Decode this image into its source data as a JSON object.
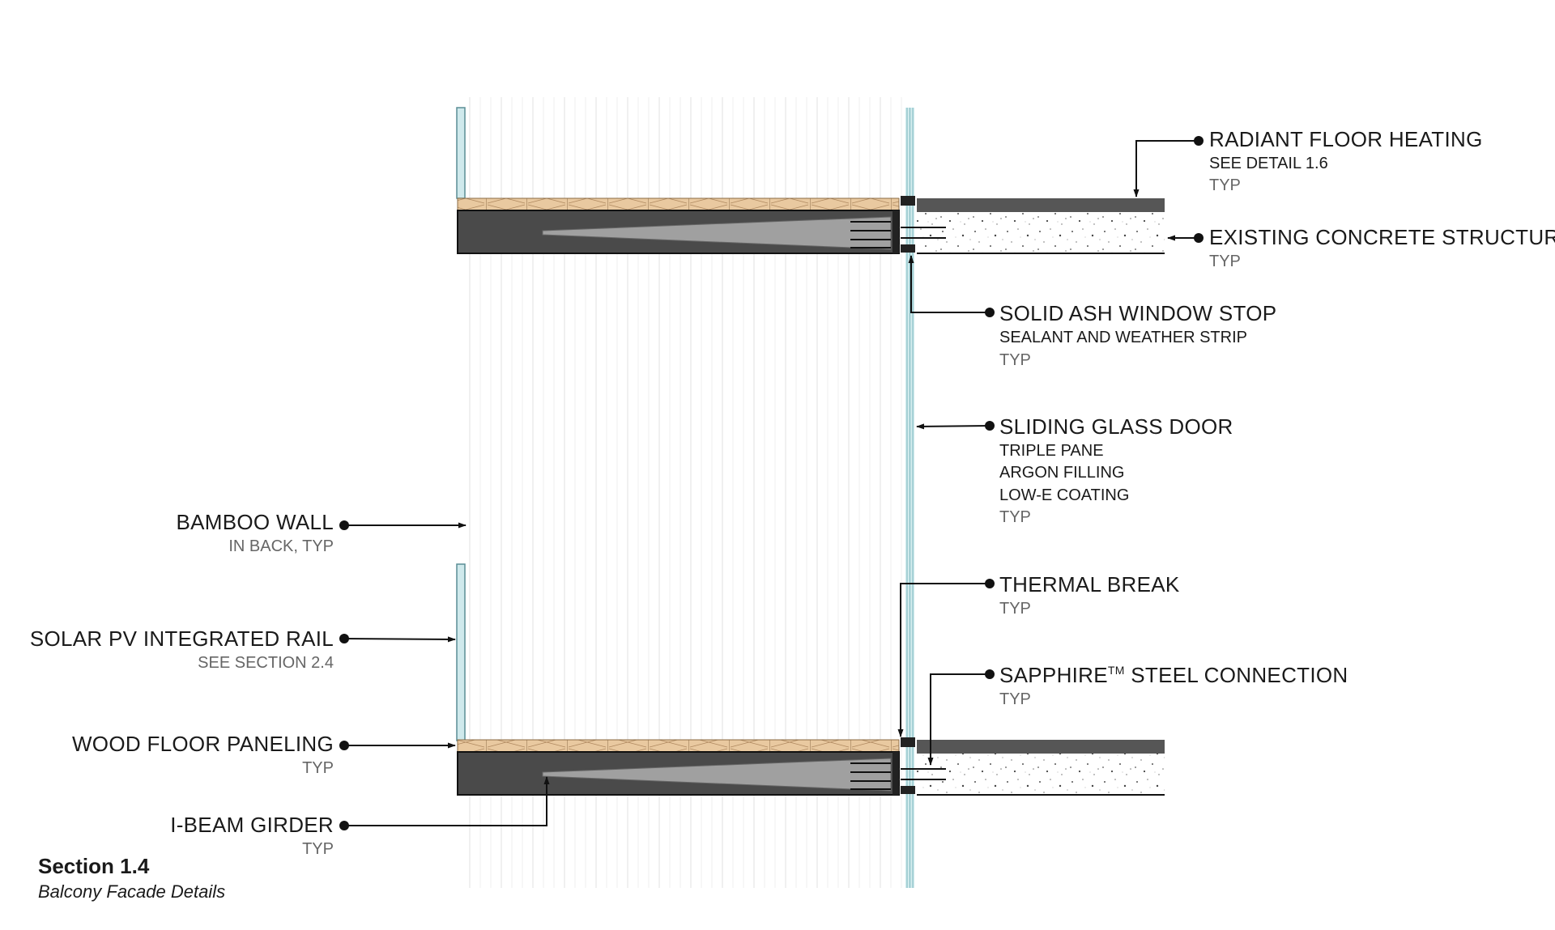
{
  "section": {
    "title": "Section 1.4",
    "subtitle": "Balcony Facade Details"
  },
  "labels": {
    "radiant_floor": {
      "main": "RADIANT FLOOR HEATING",
      "sub1": "SEE DETAIL 1.6",
      "typ": "TYP"
    },
    "existing_concrete": {
      "main": "EXISTING CONCRETE STRUCTURE",
      "typ": "TYP"
    },
    "window_stop": {
      "main": "SOLID ASH WINDOW STOP",
      "sub1": "SEALANT AND WEATHER STRIP",
      "typ": "TYP"
    },
    "sliding_door": {
      "main": "SLIDING GLASS DOOR",
      "sub1": "TRIPLE PANE",
      "sub2": "ARGON FILLING",
      "sub3": "LOW-E COATING",
      "typ": "TYP"
    },
    "thermal_break": {
      "main": "THERMAL BREAK",
      "typ": "TYP"
    },
    "sapphire": {
      "main": "SAPPHIRE",
      "tm": "TM",
      "rest": " STEEL CONNECTION",
      "typ": "TYP"
    },
    "bamboo_wall": {
      "main": "BAMBOO WALL",
      "sub1": "IN BACK, TYP"
    },
    "solar_rail": {
      "main": "SOLAR PV INTEGRATED RAIL",
      "sub1": "SEE SECTION 2.4"
    },
    "wood_floor": {
      "main": "WOOD FLOOR PANELING",
      "typ": "TYP"
    },
    "ibeam": {
      "main": "I-BEAM GIRDER",
      "typ": "TYP"
    }
  },
  "colors": {
    "wood": "#e9c9a0",
    "beam": "#4a4a4a",
    "beam_web": "#9a9a9a",
    "slab": "#555555",
    "glass": "#a9d8dc",
    "bamboo": "#e8e8e8"
  }
}
